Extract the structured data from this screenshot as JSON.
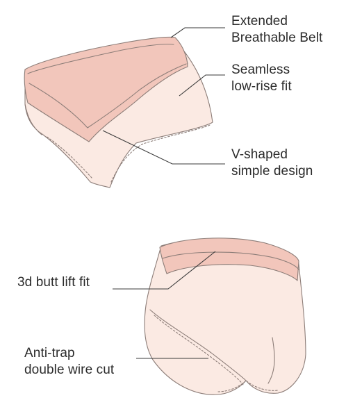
{
  "colors": {
    "fabric": "#fbeae3",
    "band": "#f2c6bb",
    "outline": "#8c7d78",
    "leader": "#3a3a3a"
  },
  "callouts": [
    {
      "id": "extended-belt",
      "lines": [
        "Extended",
        "Breathable Belt"
      ]
    },
    {
      "id": "seamless",
      "lines": [
        "Seamless",
        "low-rise fit"
      ]
    },
    {
      "id": "v-shaped",
      "lines": [
        "V-shaped",
        "simple design"
      ]
    },
    {
      "id": "butt-lift",
      "lines": [
        "3d butt lift fit"
      ]
    },
    {
      "id": "anti-trap",
      "lines": [
        "Anti-trap",
        "double wire cut"
      ]
    }
  ]
}
